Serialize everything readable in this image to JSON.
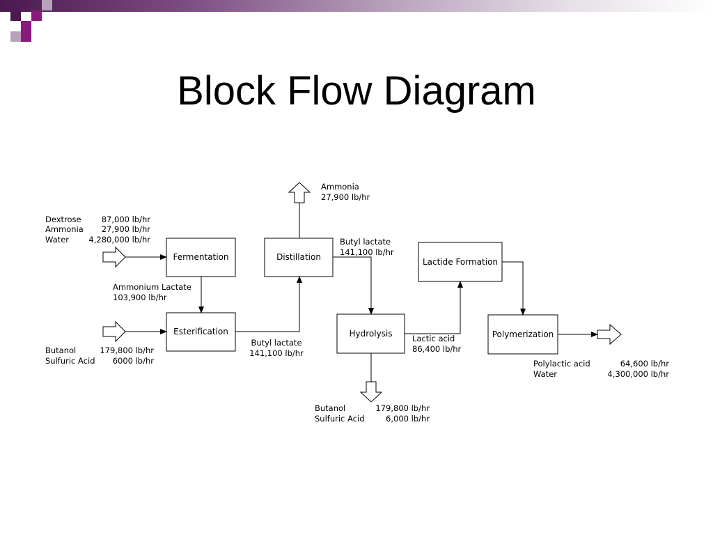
{
  "slide": {
    "title": "Block Flow Diagram",
    "accent_colors": {
      "dark_purple": "#4a1a4f",
      "magenta": "#8b1a7e",
      "light_purple": "#b9a2bc"
    }
  },
  "diagram": {
    "blocks": {
      "fermentation": "Fermentation",
      "esterification": "Esterification",
      "distillation": "Distillation",
      "hydrolysis": "Hydrolysis",
      "lactide_formation": "Lactide Formation",
      "polymerization": "Polymerization"
    },
    "feed_fermentation": {
      "rows": [
        {
          "name": "Dextrose",
          "value": "87,000 lb/hr"
        },
        {
          "name": "Ammonia",
          "value": "27,900 lb/hr"
        },
        {
          "name": "Water",
          "value": "4,280,000 lb/hr"
        }
      ]
    },
    "ammonium_lactate": {
      "name": "Ammonium Lactate",
      "value": "103,900 lb/hr"
    },
    "feed_esterification": {
      "rows": [
        {
          "name": "Butanol",
          "value": "179,800 lb/hr"
        },
        {
          "name": "Sulfuric Acid",
          "value": "6000 lb/hr"
        }
      ]
    },
    "butyl_lactate_in": {
      "name": "Butyl lactate",
      "value": "141,100 lb/hr"
    },
    "ammonia_out": {
      "name": "Ammonia",
      "value": "27,900 lb/hr"
    },
    "butyl_lactate_out": {
      "name": "Butyl lactate",
      "value": "141,100 lb/hr"
    },
    "lactic_acid": {
      "name": "Lactic acid",
      "value": "86,400 lb/hr"
    },
    "hydrolysis_out": {
      "rows": [
        {
          "name": "Butanol",
          "value": "179,800 lb/hr"
        },
        {
          "name": "Sulfuric Acid",
          "value": "6,000 lb/hr"
        }
      ]
    },
    "product_out": {
      "rows": [
        {
          "name": "Polylactic acid",
          "value": "64,600 lb/hr"
        },
        {
          "name": "Water",
          "value": "4,300,000 lb/hr"
        }
      ]
    }
  }
}
